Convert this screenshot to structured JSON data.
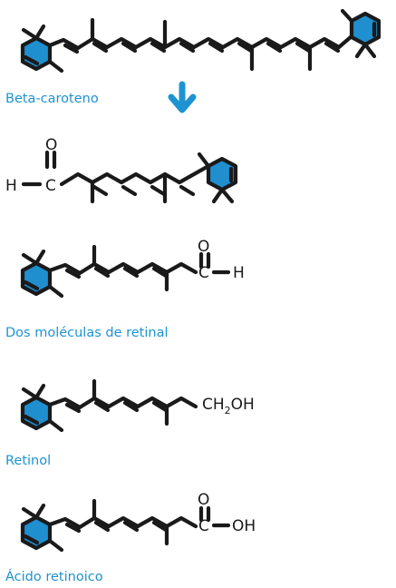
{
  "colors": {
    "accent": "#1e93d2",
    "ring_fill": "#1f8fd0",
    "bond": "#1a1a1a"
  },
  "icons": {
    "conversion_arrow": "arrow-down-icon"
  },
  "captions": {
    "beta_carotene": "Beta-caroteno",
    "retinal": "Dos moléculas de retinal",
    "retinol": "Retinol",
    "retinoic_acid": "Ácido retinoico"
  },
  "atoms": {
    "oxygen": "O",
    "carbon": "C",
    "hydrogen": "H",
    "hydroxyl": "OH",
    "ch2oh_main": "CH",
    "ch2oh_sub": "2",
    "ch2oh_tail": "OH"
  }
}
